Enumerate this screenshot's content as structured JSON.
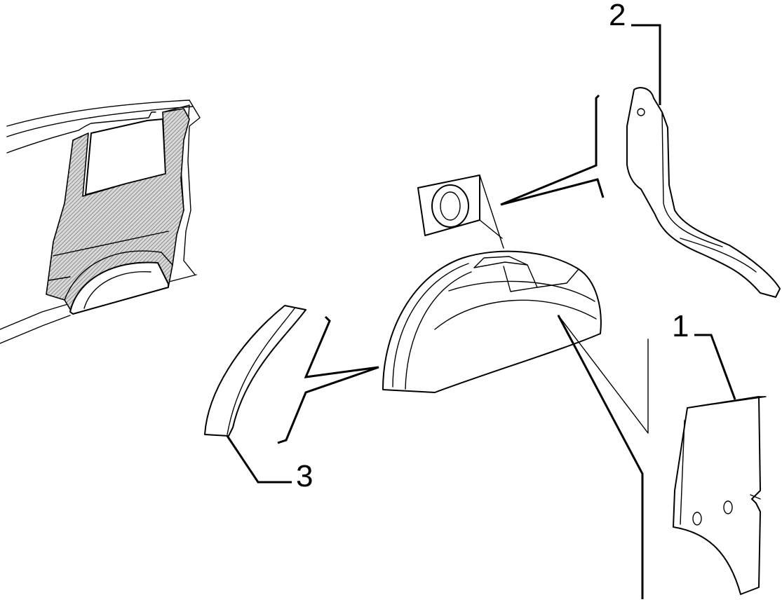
{
  "diagram": {
    "callouts": {
      "part_1": "1",
      "part_2": "2",
      "part_3": "3"
    },
    "colors": {
      "line": "#000000",
      "background": "#ffffff",
      "hatch": "#9a9a9a"
    }
  }
}
